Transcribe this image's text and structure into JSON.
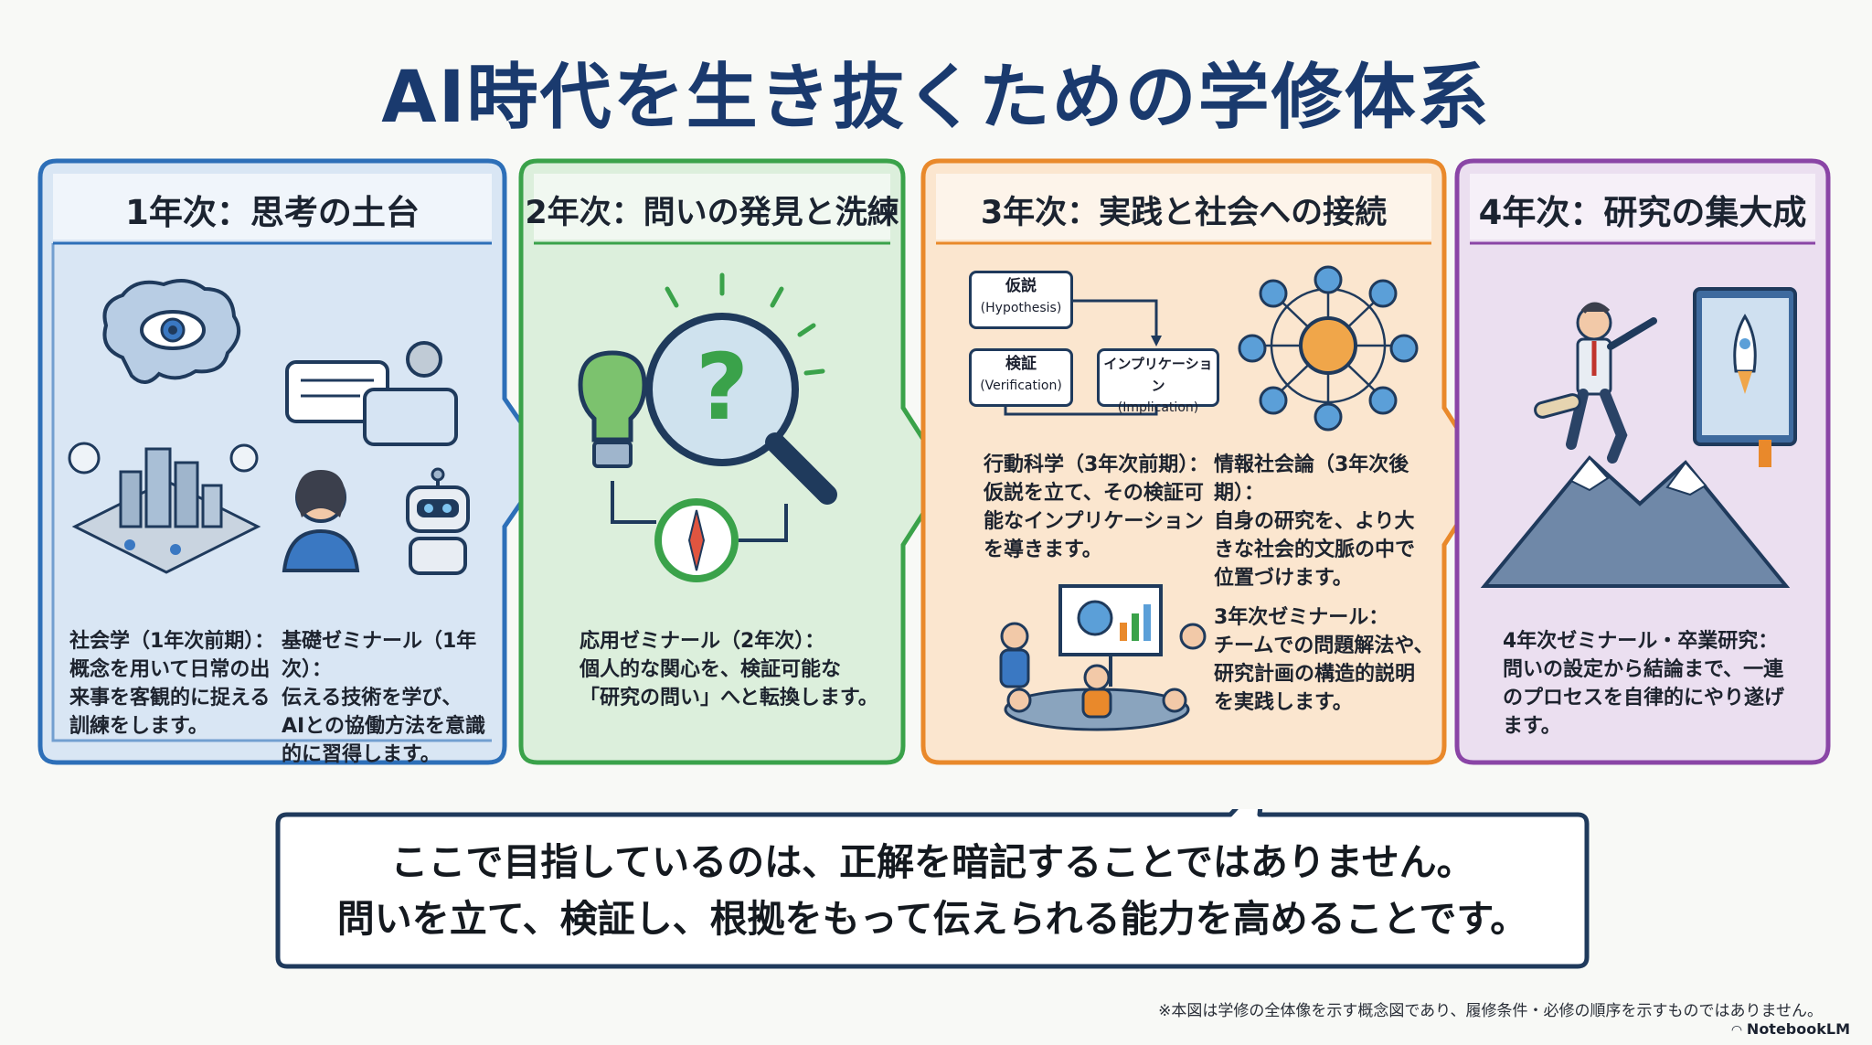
{
  "title": "AI時代を生き抜くための学修体系",
  "colors": {
    "year1": "#2d6fb8",
    "year2": "#3aa24a",
    "year3": "#e9892b",
    "year4": "#8a45a6",
    "title": "#1a3a6e"
  },
  "panels": [
    {
      "header": "1年次：思考の土台",
      "left_text": "社会学（1年次前期）：\n概念を用いて日常の出\n来事を客観的に捉える\n訓練をします。",
      "right_text": "基礎ゼミナール（1年次）：\n伝える技術を学び、\nAIとの協働方法を意識\n的に習得します。"
    },
    {
      "header": "2年次：問いの発見と洗練",
      "text": "応用ゼミナール（2年次）：\n個人的な関心を、検証可能な\n「研究の問い」へと転換します。"
    },
    {
      "header": "3年次：実践と社会への接続",
      "diagram": {
        "hypothesis": "仮説",
        "hypothesis_en": "(Hypothesis)",
        "verification": "検証",
        "verification_en": "(Verification)",
        "implication": "インプリケーション",
        "implication_en": "(Implication)"
      },
      "text_a": "行動科学（3年次前期）：\n仮説を立て、その検証可\n能なインプリケーション\nを導きます。",
      "text_b": "情報社会論（3年次後期）：\n自身の研究を、より大\nきな社会的文脈の中で\n位置づけます。",
      "text_c": "3年次ゼミナール：\nチームでの問題解法や、\n研究計画の構造的説明\nを実践します。"
    },
    {
      "header": "4年次：研究の集大成",
      "text": "4年次ゼミナール・卒業研究：\n問いの設定から結論まで、一連\nのプロセスを自律的にやり遂げ\nます。"
    }
  ],
  "message": {
    "line1": "ここで目指しているのは、正解を暗記することではありません。",
    "line2": "問いを立て、検証し、根拠をもって伝えられる能力を高めることです。"
  },
  "footnote": "※本図は学修の全体像を示す概念図であり、履修条件・必修の順序を示すものではありません。",
  "brand": "NotebookLM"
}
